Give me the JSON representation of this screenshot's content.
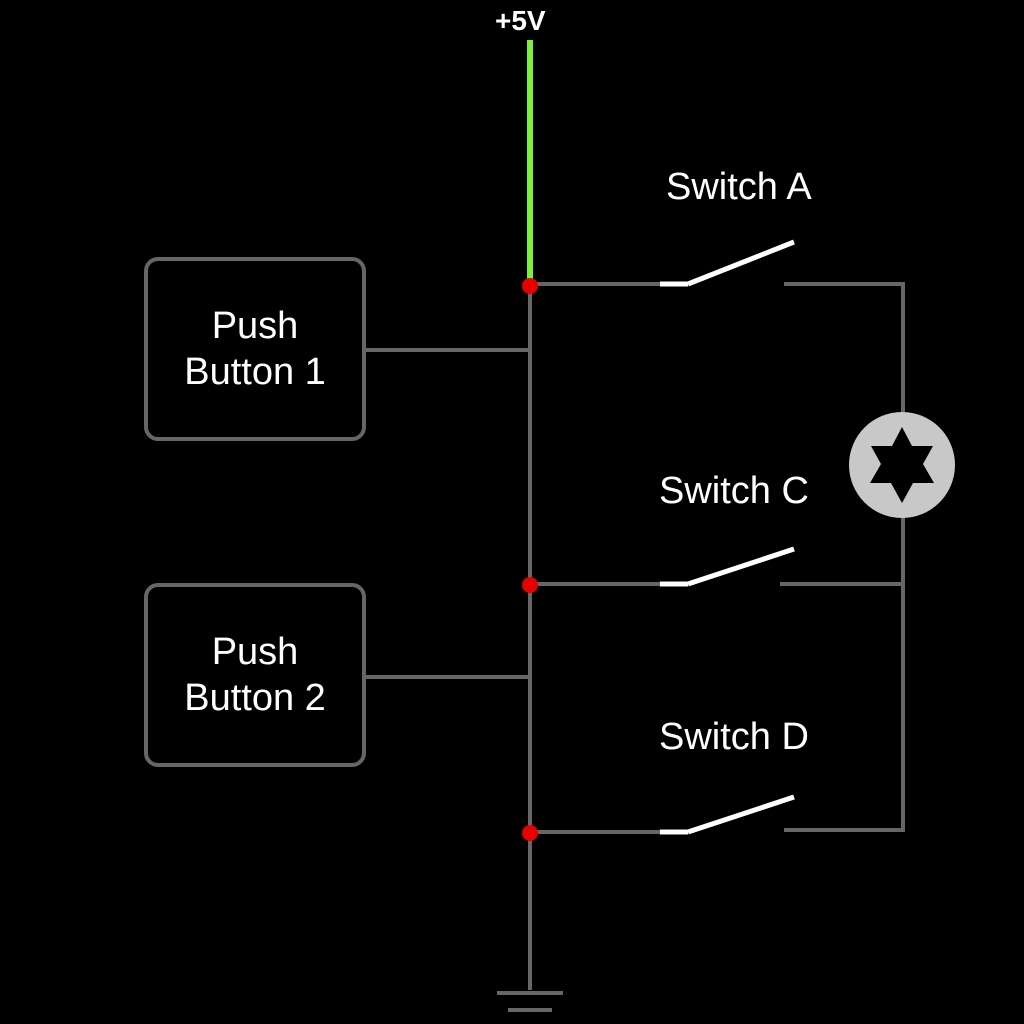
{
  "supply": {
    "label": "+5V",
    "color": "#7cf03a"
  },
  "wire_color": "#666666",
  "junction_color": "#e60000",
  "switch_color": "#ffffff",
  "push_buttons": [
    {
      "line1": "Push",
      "line2": "Button 1"
    },
    {
      "line1": "Push",
      "line2": "Button 2"
    }
  ],
  "switches": [
    {
      "label": "Switch A"
    },
    {
      "label": "Switch C"
    },
    {
      "label": "Switch D"
    }
  ],
  "load": {
    "icon": "lamp-icon",
    "color": "#c8c8c8"
  },
  "ground": {
    "icon": "ground-icon"
  }
}
